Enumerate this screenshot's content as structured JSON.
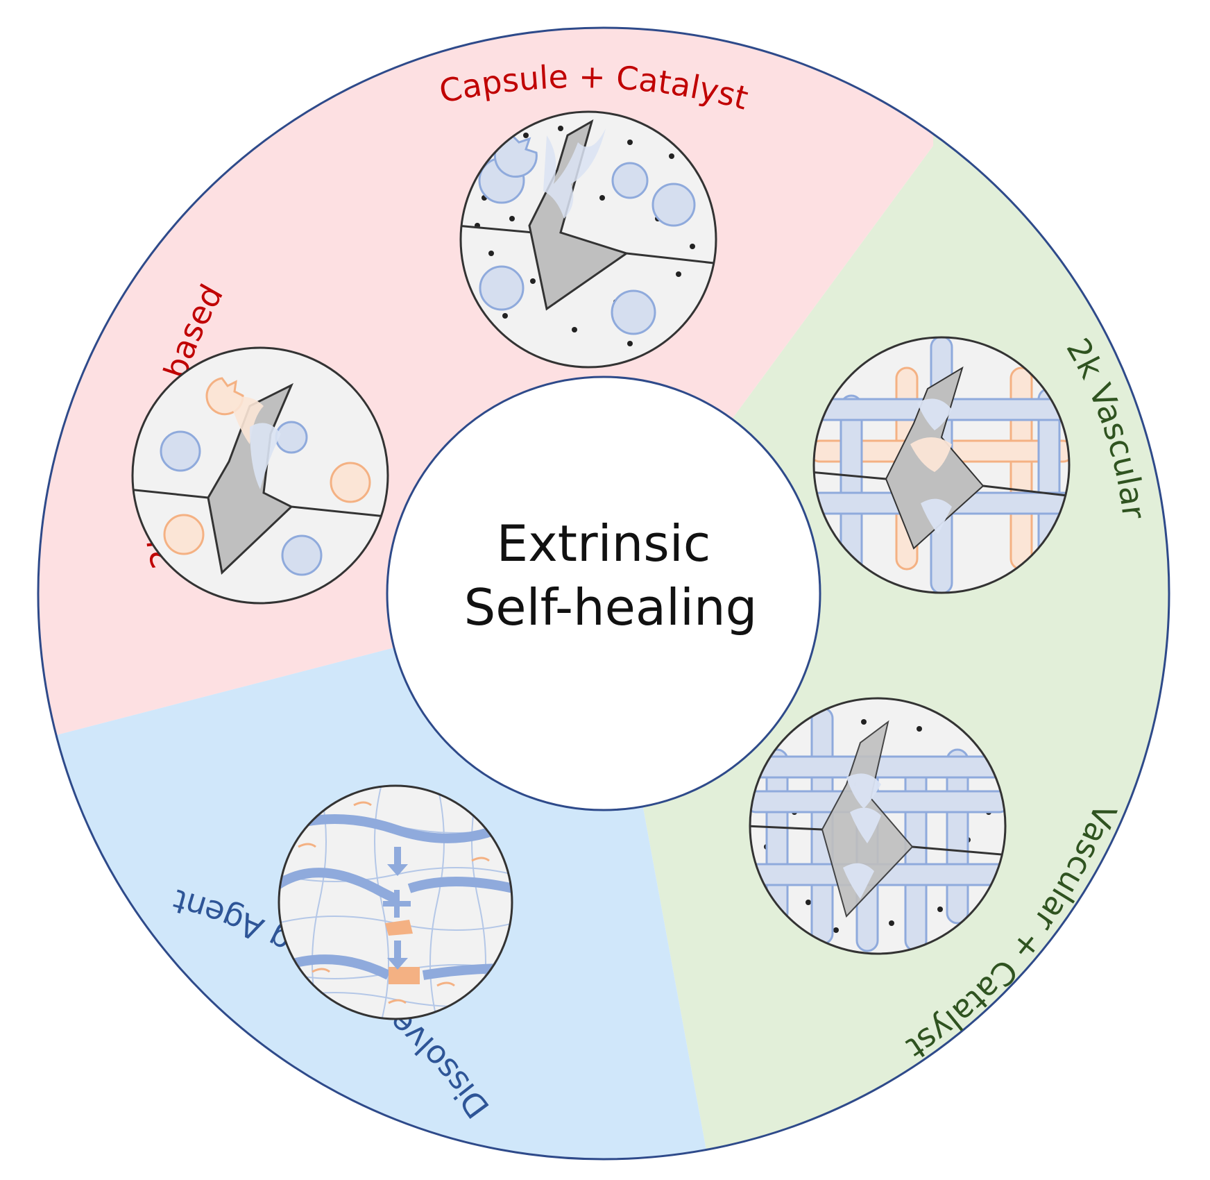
{
  "center": {
    "line1": "Extrinsic",
    "line2": "Self-healing"
  },
  "segments": [
    {
      "id": "capsule-catalyst",
      "label": "Capsule + Catalyst",
      "color": "#c00000"
    },
    {
      "id": "2k-capsule",
      "label": "2k Capsule-based",
      "color": "#c00000"
    },
    {
      "id": "2k-vascular",
      "label": "2k Vascular",
      "color": "#2f5320"
    },
    {
      "id": "vascular-catalyst",
      "label": "Vascular + Catalyst",
      "color": "#2f5320"
    },
    {
      "id": "dissolved",
      "label": "Dissolved Healing Agent",
      "color": "#2e5597"
    }
  ],
  "colors": {
    "pink_sector": "#fde0e2",
    "green_sector": "#e2efd9",
    "blue_sector": "#d0e7fa",
    "ring_stroke": "#2e4a8a",
    "capsule_blue": "#d5deef",
    "capsule_blue_stroke": "#8faadc",
    "capsule_orange": "#fbe5d6",
    "capsule_orange_stroke": "#f4b183",
    "crack_gray": "#bfbfbf",
    "inset_bg": "#f2f2f2"
  }
}
